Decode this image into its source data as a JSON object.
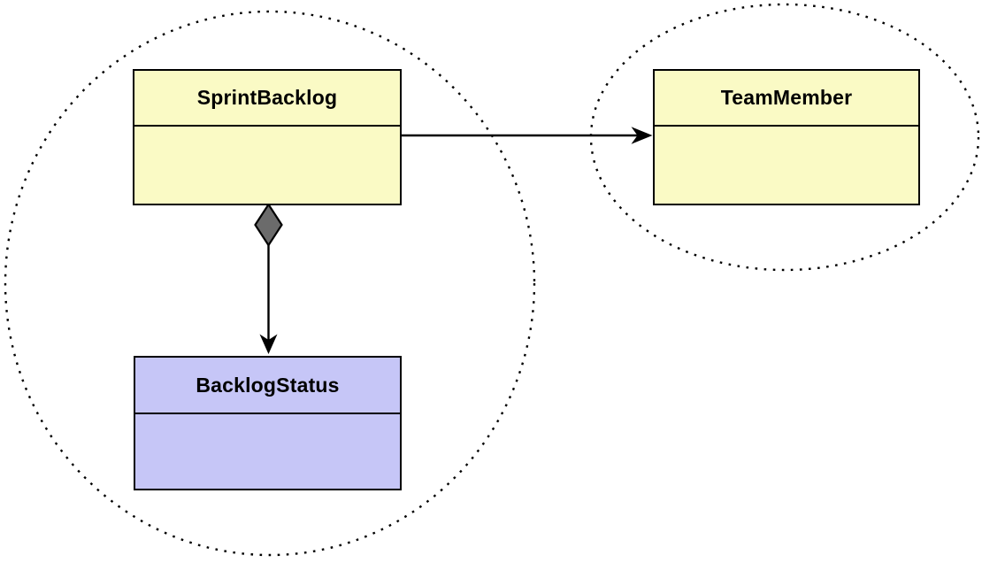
{
  "diagram": {
    "kind": "uml-class-diagram",
    "groups": [
      {
        "name": "left-boundary-ellipse",
        "border_style": "dotted",
        "contains": [
          "SprintBacklog",
          "BacklogStatus"
        ]
      },
      {
        "name": "right-boundary-ellipse",
        "border_style": "dotted",
        "contains": [
          "TeamMember"
        ]
      }
    ],
    "nodes": [
      {
        "id": "sprint-backlog",
        "label": "SprintBacklog",
        "fill": "#FAFAC5",
        "compartments": 2,
        "group": "left-boundary-ellipse"
      },
      {
        "id": "team-member",
        "label": "TeamMember",
        "fill": "#FAFAC5",
        "compartments": 2,
        "group": "right-boundary-ellipse"
      },
      {
        "id": "backlog-status",
        "label": "BacklogStatus",
        "fill": "#C6C6F7",
        "compartments": 2,
        "group": "left-boundary-ellipse"
      }
    ],
    "edges": [
      {
        "from": "SprintBacklog",
        "to": "TeamMember",
        "type": "directed-association",
        "marker_end": "barbed-arrowhead"
      },
      {
        "from": "SprintBacklog",
        "to": "BacklogStatus",
        "type": "aggregation",
        "marker_start": "filled-diamond",
        "marker_end": "barbed-arrowhead",
        "diamond_fill": "#6B6B6B"
      }
    ],
    "colors": {
      "stroke": "#000000",
      "node_border": "#000000",
      "yellow_fill": "#FAFAC5",
      "purple_fill": "#C6C6F7",
      "diamond_fill": "#6B6B6B",
      "background": "#FFFFFF"
    }
  }
}
